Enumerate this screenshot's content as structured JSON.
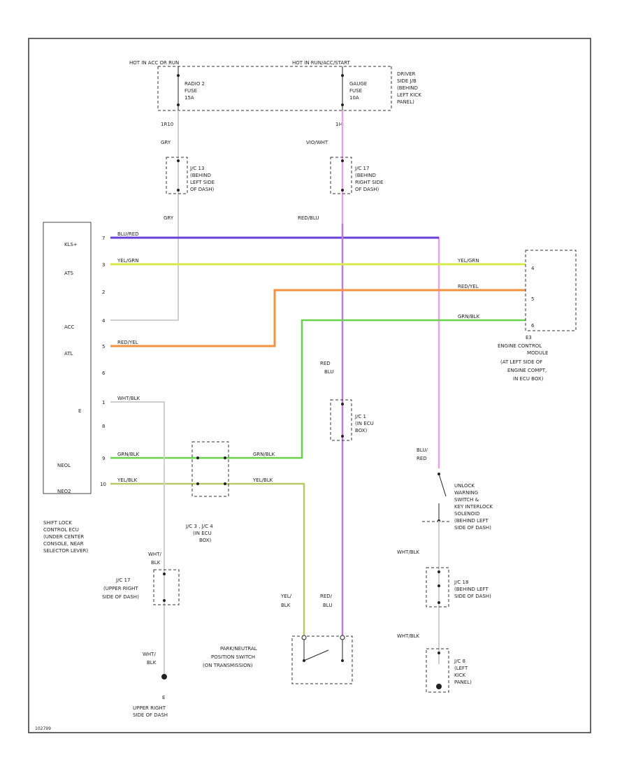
{
  "fuse_box": {
    "hot_accy": "HOT IN ACC OR RUN",
    "hot_always": "HOT IN RUN/ACC/START",
    "radio_fuse": [
      "RADIO 2",
      "FUSE",
      "15A"
    ],
    "gauge_fuse": [
      "GAUGE",
      "FUSE",
      "10A"
    ],
    "location": [
      "DRIVER",
      "SIDE J/B",
      "(BEHIND",
      "LEFT KICK",
      "PANEL)"
    ],
    "conn_left": "1R10",
    "conn_right": "1I4"
  },
  "wires": {
    "gry": "GRY",
    "vio_wht": "VIO/WHT",
    "red_blu": "RED/BLU",
    "blu_red": "BLU/RED",
    "yel_grn": "YEL/GRN",
    "red_yel": "RED/YEL",
    "grn_blk": "GRN/BLK",
    "wht_blk": "WHT/BLK",
    "yel_blk": "YEL/BLK",
    "red_blu2": [
      "RED",
      "BLU"
    ],
    "blu_red2": [
      "BLU/",
      "RED"
    ],
    "wht_blk2": [
      "WHT/",
      "BLK"
    ],
    "yel_blk2": [
      "YEL/",
      "BLK"
    ],
    "red_blu3": [
      "RED/",
      "BLU"
    ],
    "wht_blk3": [
      "WHT/",
      "BLK"
    ]
  },
  "junctions": {
    "jc13": [
      "J/C 13",
      "(BEHIND",
      "LEFT SIDE",
      "OF DASH)"
    ],
    "jc17": [
      "J/C 17",
      "(BEHIND",
      "RIGHT SIDE",
      "OF DASH)"
    ],
    "jc1": [
      "J/C 1",
      "(IN ECU",
      "BOX)"
    ],
    "jc3": [
      "J/C 3 , J/C 4",
      "(IN ECU",
      "BOX)"
    ],
    "jc17b": [
      "J/C 17",
      "(UPPER RIGHT",
      "SIDE OF DASH)"
    ],
    "jc18": [
      "J/C 18",
      "(BEHIND LEFT",
      "SIDE OF DASH)"
    ],
    "jc8": [
      "J/C 8",
      "(LEFT",
      "KICK",
      "PANEL)"
    ]
  },
  "ecu": {
    "pins": [
      "KLS+",
      "ATS",
      "2",
      "ACC",
      "ATL",
      "6",
      "E",
      "8",
      "NEOL",
      "NEO2"
    ],
    "pin_nums": [
      "7",
      "3",
      "",
      "4",
      "5",
      "",
      "1",
      "",
      "9",
      "10"
    ],
    "label": [
      "SHIFT LOCK",
      "CONTROL ECU",
      "(UNDER CENTER",
      "CONSOLE, NEAR",
      "SELECTOR LEVER)"
    ]
  },
  "engine_module": {
    "id": "E3",
    "label": [
      "ENGINE CONTROL",
      "MODULE",
      "(AT LEFT SIDE OF",
      "ENGINE COMPT,",
      "IN ECU BOX)"
    ],
    "pins": [
      "4",
      "5",
      "6"
    ]
  },
  "switches": {
    "unlock": [
      "UNLOCK",
      "WARNING",
      "SWITCH &",
      "KEY INTERLOCK",
      "SOLENOID",
      "(BEHIND LEFT",
      "SIDE OF DASH)"
    ],
    "park": [
      "PARK/NEUTRAL",
      "POSITION SWITCH",
      "(ON TRANSMISSION)"
    ]
  },
  "ground": {
    "label": [
      "UPPER RIGHT",
      "SIDE OF DASH"
    ],
    "id": "E"
  },
  "misc": {
    "footer": "102799"
  },
  "colors": {
    "purple": "#6a3fd6",
    "pink": "#e8a2e8",
    "yellow_green": "#d4ec4a",
    "orange": "#f2913f",
    "green": "#69d24a",
    "olive": "#b7c96b",
    "gray": "#cccccc"
  }
}
